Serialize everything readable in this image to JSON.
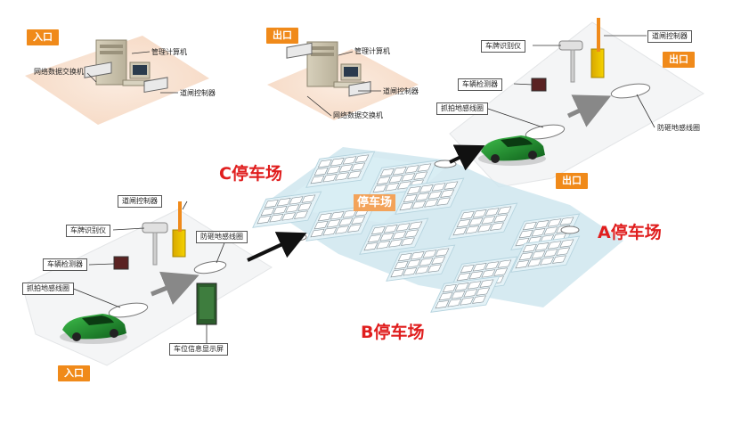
{
  "entrance_top": {
    "tag": "入口",
    "computer_label": "管理计算机",
    "switch_label": "网络数据交换机",
    "controller_label": "道闸控制器"
  },
  "exit_top": {
    "tag": "出口",
    "computer_label": "管理计算机",
    "controller_label": "道闸控制器",
    "switch_label": "网络数据交换机"
  },
  "exit_lane": {
    "plate_camera": "车牌识别仪",
    "gate_controller": "道闸控制器",
    "exit_tag_right": "出口",
    "vehicle_detector": "车辆检测器",
    "capture_loop": "抓拍地感线圈",
    "anti_smash_loop": "防砸地感线圈",
    "exit_tag_bottom": "出口"
  },
  "entrance_lane": {
    "gate_controller": "道闸控制器",
    "plate_camera": "车牌识别仪",
    "anti_smash_loop": "防砸地感线圈",
    "vehicle_detector": "车辆检测器",
    "capture_loop": "抓拍地感线圈",
    "space_display": "车位信息显示屏",
    "entrance_tag": "入口"
  },
  "parking": {
    "center_label": "停车场",
    "zone_a": "A停车场",
    "zone_b": "B停车场",
    "zone_c": "C停车场"
  },
  "colors": {
    "tag_orange": "#f08a1a",
    "zone_red": "#e01e1e",
    "lot_blue": "#cfe6ee",
    "pad_peach": "#f8e3d3",
    "car_green": "#1f8a2e"
  }
}
